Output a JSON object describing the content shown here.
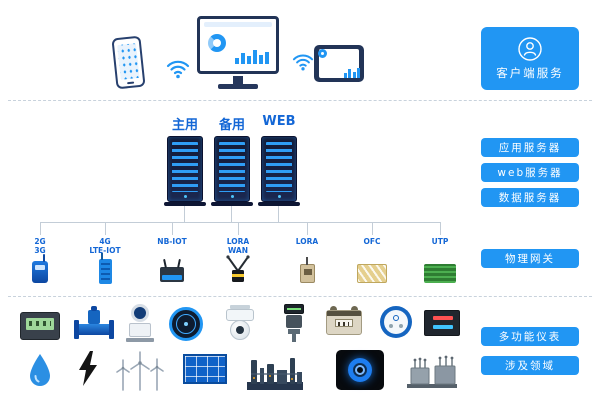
{
  "client": {
    "label": "客户端服务",
    "devices": [
      "smartphone",
      "desktop-monitor",
      "tablet"
    ]
  },
  "servers": {
    "nodes": [
      {
        "label": "主用"
      },
      {
        "label": "备用"
      },
      {
        "label": "WEB"
      }
    ],
    "side_labels": [
      {
        "text": "应用服务器"
      },
      {
        "text": "web服务器"
      },
      {
        "text": "数据服务器"
      }
    ]
  },
  "gateway": {
    "side_label": "物理网关",
    "items": [
      {
        "label": "2G\n3G",
        "icon": "modem-2g3g"
      },
      {
        "label": "4G\nLTE-IOT",
        "icon": "router-4g"
      },
      {
        "label": "NB-IOT",
        "icon": "nbiot-module"
      },
      {
        "label": "LORA\nWAN",
        "icon": "lora-wan-gateway"
      },
      {
        "label": "LORA",
        "icon": "lora-module"
      },
      {
        "label": "OFC",
        "icon": "optical-fiber-cable"
      },
      {
        "label": "UTP",
        "icon": "utp-cable"
      }
    ]
  },
  "bottom": {
    "side_labels": [
      {
        "text": "多功能仪表"
      },
      {
        "text": "涉及领域"
      }
    ],
    "instruments": [
      "lcd-meter",
      "flow-meter",
      "electromagnetic-flowmeter",
      "smart-gauge",
      "ptz-camera",
      "pressure-transmitter",
      "gas-meter",
      "water-meter",
      "panel-meter"
    ],
    "fields": [
      "water-drop",
      "lightning",
      "wind-turbines",
      "solar-panel",
      "refinery",
      "gas-flame",
      "substation"
    ]
  },
  "colors": {
    "accent": "#2196f3",
    "label_text": "#1467d6",
    "server_slat": "#2f9df5",
    "connector": "#c3cdd7"
  }
}
